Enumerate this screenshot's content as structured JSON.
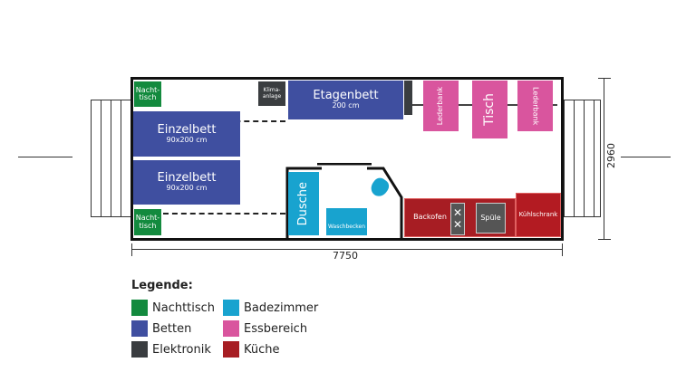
{
  "colors": {
    "nachttisch": "#138a3e",
    "betten": "#3f4fa0",
    "elektronik": "#3a3d40",
    "badezimmer": "#18a3cf",
    "essbereich": "#d9559e",
    "kueche": "#a71d23",
    "kuehlschrank": "#b31b22"
  },
  "plan": {
    "nachttisch_top": "Nacht-\ntisch",
    "nachttisch_bottom": "Nacht-\ntisch",
    "einzelbett1": {
      "title": "Einzelbett",
      "size": "90x200 cm"
    },
    "einzelbett2": {
      "title": "Einzelbett",
      "size": "90x200 cm"
    },
    "klima": "Klima-\nanlage",
    "etagenbett": {
      "title": "Etagenbett",
      "size": "200 cm"
    },
    "lederbank1": "Lederbank",
    "tisch": "Tisch",
    "lederbank2": "Lederbank",
    "dusche": "Dusche",
    "waschbecken": "Waschbecken",
    "backofen": "Backofen",
    "spuele": "Spüle",
    "kuehlschrank": "Kühlschrank",
    "width_dim": "7750",
    "height_dim": "2960"
  },
  "legend": {
    "title": "Legende:",
    "items": [
      {
        "label": "Nachttisch",
        "color": "#138a3e"
      },
      {
        "label": "Betten",
        "color": "#3f4fa0"
      },
      {
        "label": "Elektronik",
        "color": "#3a3d40"
      },
      {
        "label": "Badezimmer",
        "color": "#18a3cf"
      },
      {
        "label": "Essbereich",
        "color": "#d9559e"
      },
      {
        "label": "Küche",
        "color": "#a71d23"
      }
    ]
  }
}
